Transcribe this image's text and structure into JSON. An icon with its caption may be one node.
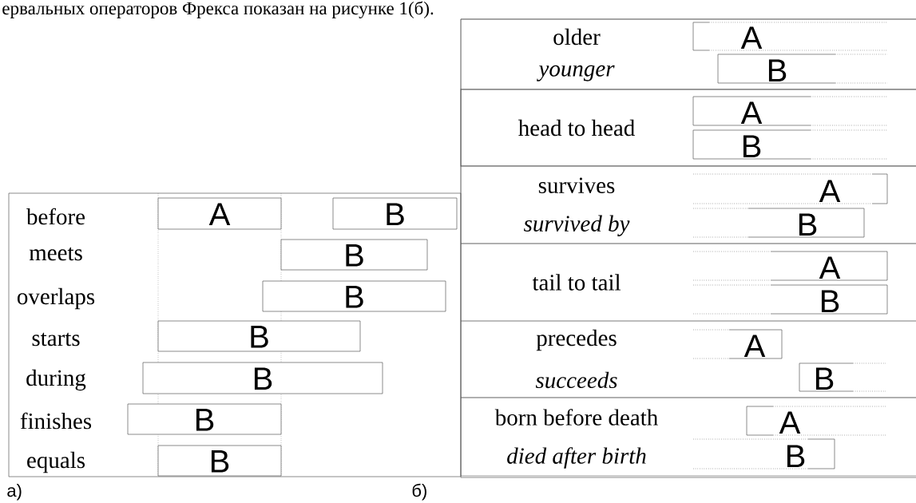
{
  "diagram": {
    "nodes": [
      {
        "text": [
          "before",
          "meets",
          "overlaps",
          "starts",
          "during",
          "finishes",
          "equals"
        ]
      },
      {
        "text": [
          "A"
        ],
        "in": 0
      },
      {
        "text": [
          "B"
        ],
        "in": 0
      },
      {
        "text": [
          "B"
        ],
        "in": 0
      },
      {
        "text": [
          "B"
        ],
        "in": 0
      },
      {
        "text": [
          "B"
        ],
        "in": 0
      },
      {
        "text": [
          "B"
        ],
        "in": 0
      },
      {
        "text": [
          "B"
        ],
        "in": 0
      },
      {
        "text": [
          "B"
        ],
        "in": 0
      },
      {
        "text": [],
        "shape": "box"
      },
      {
        "text": [
          "older",
          "younger"
        ],
        "in": 9
      },
      {
        "text": [
          "A"
        ],
        "in": 10
      },
      {
        "text": [
          "B"
        ],
        "in": 10
      },
      {
        "text": [
          "head to head"
        ],
        "in": 9
      },
      {
        "text": [
          "A"
        ],
        "in": 13
      },
      {
        "text": [
          "B"
        ],
        "in": 13
      },
      {
        "text": [
          "survives",
          "survived by"
        ],
        "in": 9
      },
      {
        "text": [
          "A"
        ],
        "in": 16
      },
      {
        "text": [
          "B"
        ],
        "in": 16
      },
      {
        "text": [
          "tail to tail"
        ],
        "in": 9
      },
      {
        "text": [
          "A"
        ],
        "in": 19
      },
      {
        "text": [
          "B"
        ],
        "in": 19
      },
      {
        "text": [
          "precedes",
          "succeeds"
        ],
        "in": 9
      },
      {
        "text": [
          "A"
        ],
        "in": 22
      },
      {
        "text": [
          "B"
        ],
        "in": 22
      },
      {
        "text": [
          "born before death",
          "died after birth"
        ],
        "in": 9
      },
      {
        "text": [
          "A"
        ],
        "in": 25
      },
      {
        "text": [
          "B"
        ],
        "in": 25
      }
    ],
    "labels": [
      "ервальных операторов Фрекса показан на рисунке 1(б).",
      "а)",
      "б)"
    ]
  }
}
